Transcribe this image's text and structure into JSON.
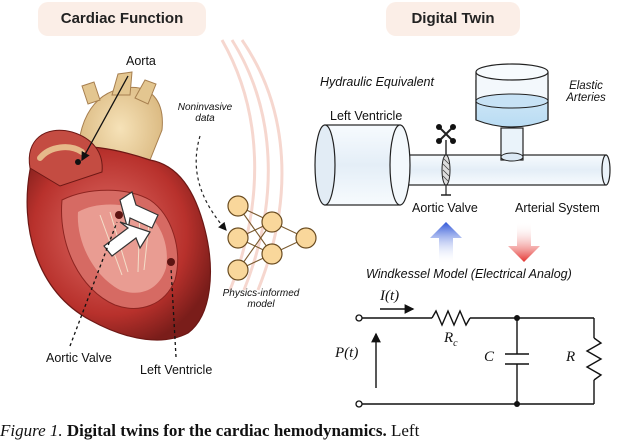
{
  "headers": {
    "left_title": "Cardiac Function",
    "right_title": "Digital Twin"
  },
  "heart_labels": {
    "aorta": "Aorta",
    "aortic_valve": "Aortic Valve",
    "left_ventricle": "Left Ventricle"
  },
  "noninvasive": {
    "line1": "Noninvasive",
    "line2": "data"
  },
  "model": {
    "line1": "Physics-informed",
    "line2": "model"
  },
  "hydraulic": {
    "title": "Hydraulic Equivalent",
    "left_ventricle": "Left Ventricle",
    "elastic_line1": "Elastic",
    "elastic_line2": "Arteries",
    "aortic_valve": "Aortic Valve",
    "arterial_system": "Arterial System"
  },
  "windkessel": {
    "title": "Windkessel Model (Electrical Analog)",
    "current": "I(t)",
    "pressure": "P(t)",
    "rc_main": "R",
    "rc_sub": "c",
    "capacitor": "C",
    "resistor": "R"
  },
  "caption": {
    "figure": "Figure 1.",
    "bold": "Digital twins for the cardiac hemodynamics.",
    "rest": "Left"
  },
  "colors": {
    "pill_bg": "#fbeee7",
    "arrow_up": "#2f56d8",
    "arrow_down": "#e4332f",
    "heart_red": "#b8312c",
    "tube_fill": "#edf5fb"
  }
}
